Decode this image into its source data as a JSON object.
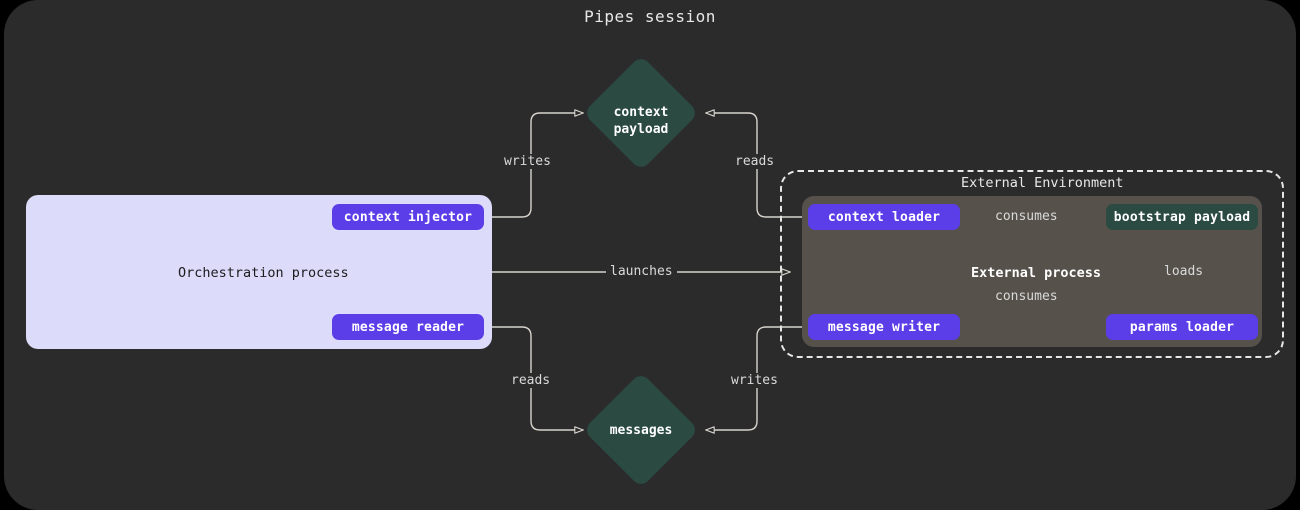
{
  "title": "Pipes session",
  "colors": {
    "page_background": "#000000",
    "card_background": "#2b2b2b",
    "process_box": "#dcdcfa",
    "pill_purple": "#5b3ee8",
    "node_teal": "#2a4a42",
    "external_process_box": "#56514b",
    "edge_stroke": "#d8d4cc",
    "text_light": "#e8e8e8",
    "text_dark": "#1c1c1c"
  },
  "orchestration": {
    "label": "Orchestration process",
    "pills": [
      {
        "id": "context-injector",
        "label": "context injector"
      },
      {
        "id": "message-reader",
        "label": "message reader"
      }
    ]
  },
  "external_environment": {
    "label": "External Environment",
    "process_label": "External process",
    "pills": [
      {
        "id": "context-loader",
        "label": "context loader",
        "kind": "purple"
      },
      {
        "id": "bootstrap-payload",
        "label": "bootstrap payload",
        "kind": "teal"
      },
      {
        "id": "message-writer",
        "label": "message writer",
        "kind": "purple"
      },
      {
        "id": "params-loader",
        "label": "params loader",
        "kind": "purple"
      }
    ]
  },
  "stores": [
    {
      "id": "context-payload",
      "label": "context\npayload"
    },
    {
      "id": "messages",
      "label": "messages"
    }
  ],
  "edges": [
    {
      "id": "writes-context",
      "label": "writes",
      "from": "context injector",
      "to": "context payload"
    },
    {
      "id": "reads-context",
      "label": "reads",
      "from": "context payload",
      "to": "context loader"
    },
    {
      "id": "launches",
      "label": "launches",
      "from": "Orchestration process",
      "to": "External process"
    },
    {
      "id": "reads-messages",
      "label": "reads",
      "from": "message reader",
      "to": "messages"
    },
    {
      "id": "writes-messages",
      "label": "writes",
      "from": "message writer",
      "to": "messages"
    },
    {
      "id": "consumes-context",
      "label": "consumes",
      "from": "context loader",
      "to": "bootstrap payload"
    },
    {
      "id": "consumes-message",
      "label": "consumes",
      "from": "message writer",
      "to": "bootstrap payload"
    },
    {
      "id": "loads",
      "label": "loads",
      "from": "params loader",
      "to": "bootstrap payload"
    }
  ]
}
